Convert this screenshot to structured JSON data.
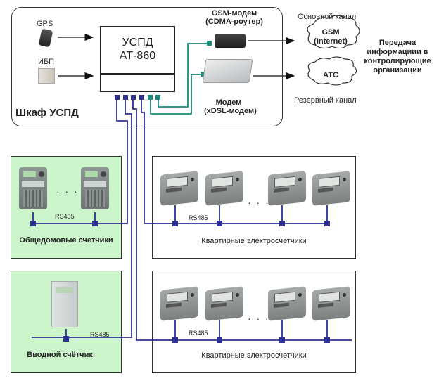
{
  "cabinet": {
    "title": "Шкаф УСПД",
    "controller": {
      "line1": "УСПД",
      "line2": "АТ-860"
    },
    "inputs": [
      {
        "label": "GPS",
        "icon": "gps-receiver-icon"
      },
      {
        "label": "ИБП",
        "icon": "ups-icon"
      }
    ],
    "modems": [
      {
        "line1": "GSM-модем",
        "line2": "(CDMA-роутер)",
        "icon": "gsm-modem-icon"
      },
      {
        "line1": "Модем",
        "line2": "(xDSL-модем)",
        "icon": "xdsl-modem-icon"
      }
    ]
  },
  "channels": {
    "primary_label": "Основной канал",
    "backup_label": "Резервный канал",
    "clouds": [
      {
        "line1": "GSM",
        "line2": "(Internet)"
      },
      {
        "line1": "АТС",
        "line2": ""
      }
    ],
    "destination": [
      "Передача",
      "информациии в",
      "контролирующие",
      "организации"
    ]
  },
  "panels": {
    "common_meters": {
      "title": "Общедомовые счетчики",
      "bus": "RS485",
      "ellipsis": "· · ·"
    },
    "apartment_meters_top": {
      "title": "Квартирные электросчетчики",
      "bus": "RS485",
      "ellipsis": "· · ·"
    },
    "input_meter": {
      "title": "Вводной счётчик",
      "bus": "RS485"
    },
    "apartment_meters_bottom": {
      "title": "Квартирные электросчетчики",
      "bus": "RS485",
      "ellipsis": "· · ·"
    }
  },
  "colors": {
    "rs485_wire": "#2e3192",
    "modem_wire": "#1a8a7a",
    "panel_green": "#ccf5cc",
    "outline": "#333333"
  }
}
